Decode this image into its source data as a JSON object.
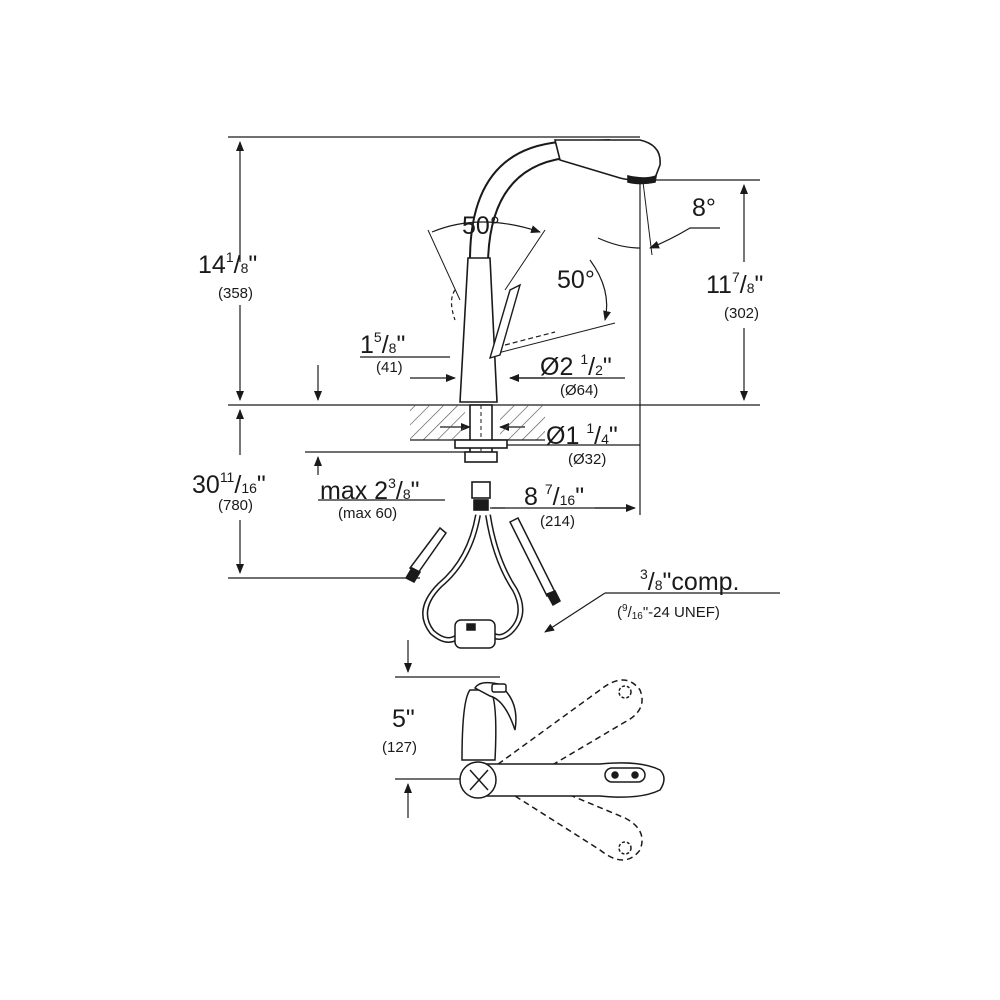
{
  "colors": {
    "line": "#1a1a1a",
    "hatch": "#555555",
    "background": "#ffffff"
  },
  "dimensions": {
    "total_height": {
      "whole": "14",
      "num": "1",
      "den": "8",
      "inch": "\"",
      "metric": "(358)"
    },
    "spout_angle": {
      "value": "50",
      "unit": "°"
    },
    "handle_angle": {
      "value": "50",
      "unit": "°"
    },
    "spray_angle": {
      "value": "8",
      "unit": "°"
    },
    "spout_height": {
      "whole": "11",
      "num": "7",
      "den": "8",
      "inch": "\"",
      "metric": "(302)"
    },
    "handle_width": {
      "whole": "1",
      "num": "5",
      "den": "8",
      "inch": "\"",
      "metric": "(41)"
    },
    "base_diameter": {
      "prefix": "Ø2",
      "num": "1",
      "den": "2",
      "inch": "\"",
      "metric": "(Ø64)"
    },
    "hole_diameter": {
      "prefix": "Ø1",
      "num": "1",
      "den": "4",
      "inch": "\"",
      "metric": "(Ø32)"
    },
    "under_counter": {
      "whole": "30",
      "num": "11",
      "den": "16",
      "inch": "\"",
      "metric": "(780)"
    },
    "max_thickness": {
      "prefix": "max 2",
      "num": "3",
      "den": "8",
      "inch": "\"",
      "metric": "(max 60)"
    },
    "reach": {
      "whole": "8",
      "num": "7",
      "den": "16",
      "inch": "\"",
      "metric": "(214)"
    },
    "connection": {
      "num": "3",
      "den": "8",
      "text": "\"comp.",
      "open": "(",
      "thread_num": "9",
      "thread_den": "16",
      "thread_text": "\"-24 UNEF)"
    },
    "top_offset": {
      "value": "5\"",
      "metric": "(127)"
    }
  }
}
